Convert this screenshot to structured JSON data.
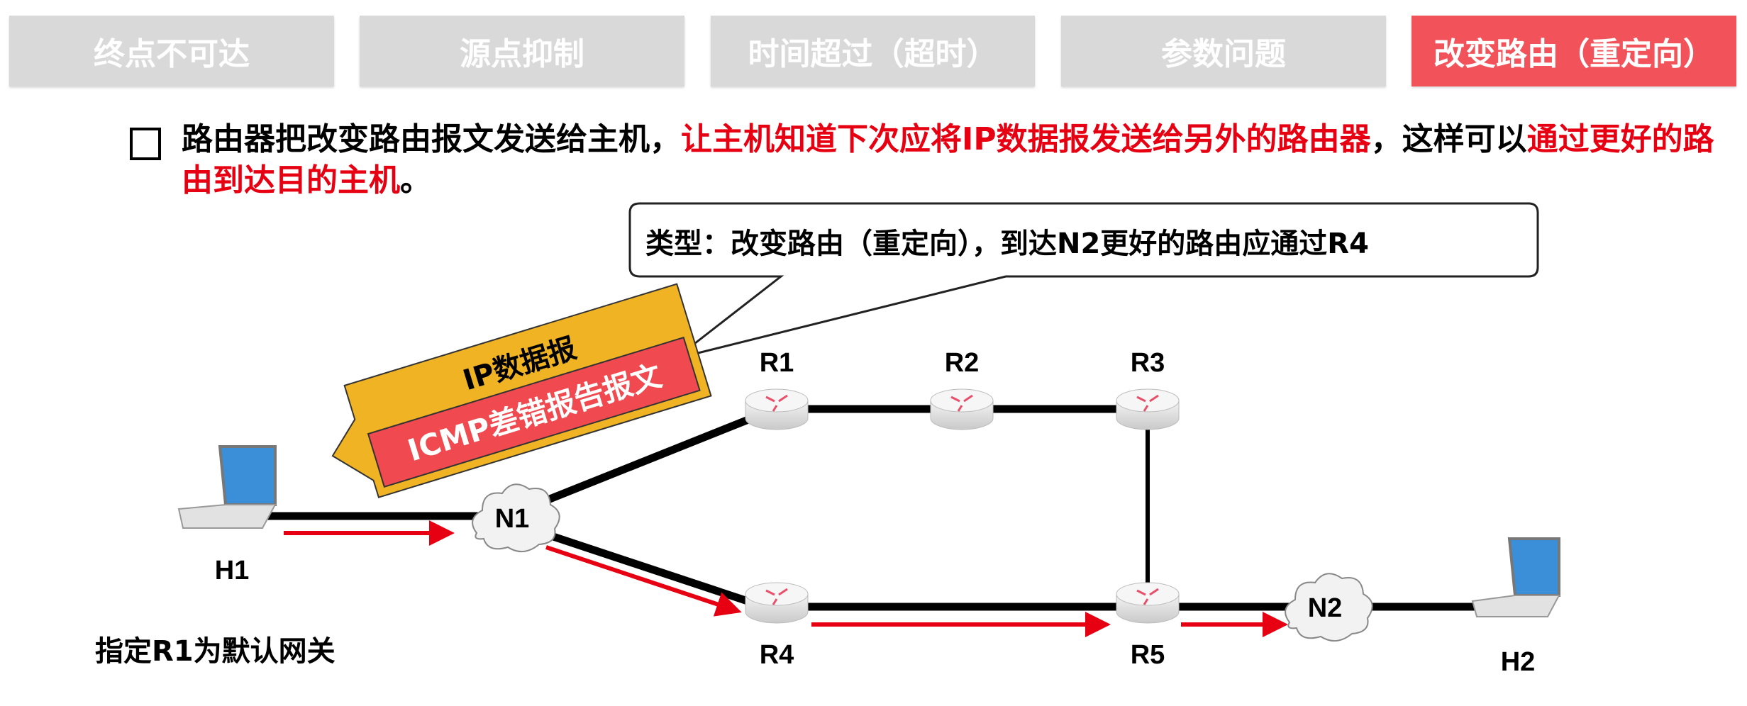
{
  "tabs": [
    {
      "label": "终点不可达",
      "active": false
    },
    {
      "label": "源点抑制",
      "active": false
    },
    {
      "label": "时间超过（超时）",
      "active": false
    },
    {
      "label": "参数问题",
      "active": false
    },
    {
      "label": "改变路由（重定向）",
      "active": true
    }
  ],
  "description": {
    "part1": "路由器把改变路由报文发送给主机，",
    "part2_red": "让主机知道下次应将IP数据报发送给另外的路由器",
    "part3": "，这样可以",
    "part4_red": "通过更好的路由到达目的主机",
    "part5": "。"
  },
  "callout": "类型：改变路由（重定向），到达N2更好的路由应通过R4",
  "packet": {
    "outer": "IP数据报",
    "inner": "ICMP差错报告报文"
  },
  "nodes": {
    "H1": "H1",
    "H2": "H2",
    "N1": "N1",
    "N2": "N2",
    "R1": "R1",
    "R2": "R2",
    "R3": "R3",
    "R4": "R4",
    "R5": "R5"
  },
  "note": "指定R1为默认网关",
  "colors": {
    "active_tab": "#f2525a",
    "tab": "#d9d9d9",
    "highlight": "#e60012",
    "packet_outer": "#f0b323",
    "packet_inner": "#f04a50"
  }
}
